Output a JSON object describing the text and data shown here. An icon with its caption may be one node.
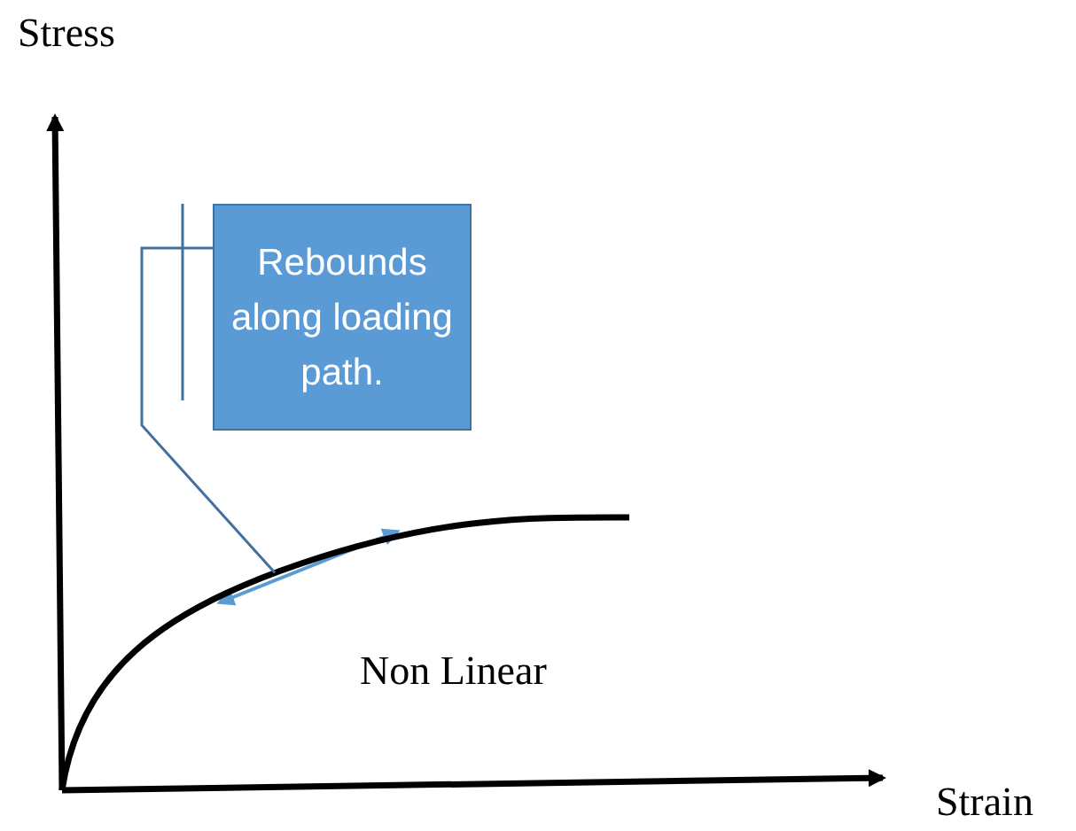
{
  "diagram": {
    "nodes": [
      {
        "text": [
          "Rebounds along loading path."
        ]
      },
      {
        "text": [],
        "shape": "curve"
      }
    ],
    "edges": [
      {
        "from": 0,
        "to": 1,
        "arrow": "none"
      }
    ],
    "labels": [
      "Stress",
      "Non Linear",
      "Strain"
    ]
  }
}
